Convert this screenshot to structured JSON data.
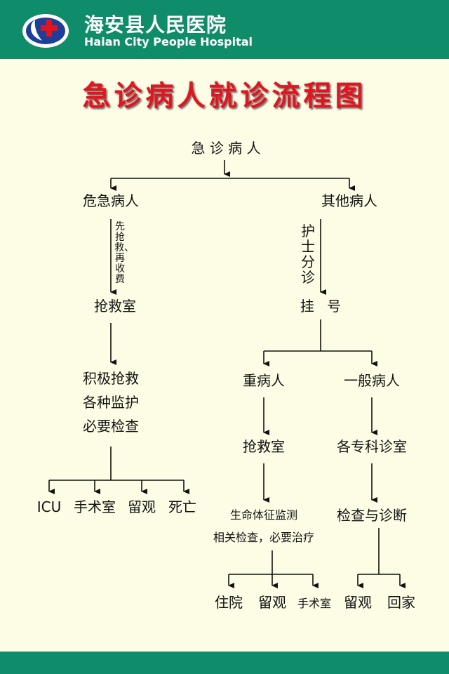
{
  "header": {
    "hospital_cn": "海安县人民医院",
    "hospital_en": "Haian City People Hospital",
    "bar_color": "#0f8c6a",
    "logo_icon": "hospital-cross-logo"
  },
  "title": "急诊病人就诊流程图",
  "colors": {
    "title": "#e4141c",
    "background": "#fdfde6"
  },
  "flow": {
    "root": "急 诊 病 人",
    "critical": {
      "label": "危急病人",
      "edge_note": "先抢救、再收费",
      "room": "抢救室",
      "actions": [
        "积极抢救",
        "各种监护",
        "必要检查"
      ],
      "outcomes": [
        "ICU",
        "手术室",
        "留观",
        "死亡"
      ]
    },
    "other": {
      "label": "其他病人",
      "edge_note": "护士分诊",
      "register": "挂 号",
      "severe": {
        "label": "重病人",
        "room": "抢救室",
        "actions": [
          "生命体征监测",
          "相关检查，必要治疗"
        ],
        "outcomes": [
          "住院",
          "留观",
          "手术室"
        ]
      },
      "general": {
        "label": "一般病人",
        "room": "各专科诊室",
        "action": "检查与诊断",
        "outcomes": [
          "留观",
          "回家"
        ]
      }
    }
  }
}
